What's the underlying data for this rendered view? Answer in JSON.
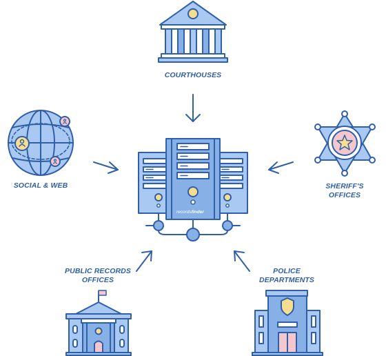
{
  "sources": {
    "courthouses": {
      "label": "COURTHOUSES"
    },
    "social_web": {
      "label": "SOCIAL & WEB"
    },
    "sheriffs_offices": {
      "label_line1": "SHERIFF'S",
      "label_line2": "OFFICES"
    },
    "public_records_offices": {
      "label_line1": "PUBLIC RECORDS",
      "label_line2": "OFFICES"
    },
    "police_departments": {
      "label_line1": "POLICE",
      "label_line2": "DEPARTMENTS"
    }
  },
  "server": {
    "brand_part1": "records",
    "brand_part2": "finder"
  },
  "colors": {
    "stroke": "#2f5fa7",
    "fill_light": "#a9c9f2",
    "fill_mid": "#86b0e6",
    "accent_yellow": "#f7dd8f",
    "accent_pink": "#f4c7cf",
    "background": "#ffffff"
  }
}
